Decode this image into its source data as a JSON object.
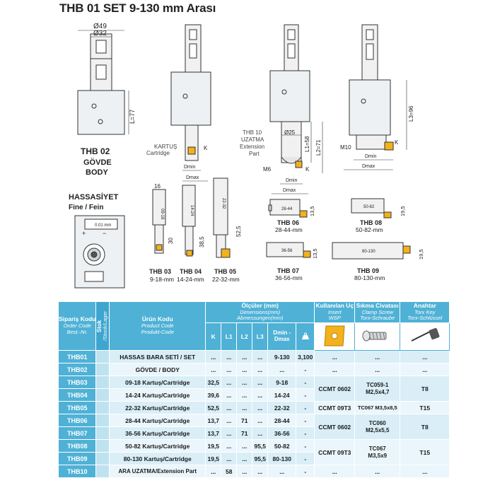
{
  "title": "THB 01 SET 9-130 mm Arası",
  "drawings": {
    "body": {
      "dim_outer": "Ø49",
      "dim_inner": "Ø32",
      "dim_length": "L=77",
      "name_line1": "THB 02",
      "name_line2": "GÖVDE",
      "name_line3": "BODY"
    },
    "cartridge_label": {
      "line1": "KARTUŞ",
      "line2": "Cartridge"
    },
    "k": "K",
    "dmin": "Dmin",
    "dmax": "Dmax",
    "extension": {
      "dim_d": "Ø25",
      "l1": "L1=58",
      "l2": "L2=71",
      "m6": "M6",
      "label_line1": "THB 10",
      "label_line2": "UZATMA",
      "label_line3": "Extension",
      "label_line4": "Part"
    },
    "long_body": {
      "l3": "L3=96",
      "m10": "M10"
    },
    "precision": {
      "line1": "HASSASİYET",
      "line2": "Fine / Fein",
      "scale": "0.01 mm"
    },
    "cartridges": [
      {
        "name": "THB 03",
        "range": "9-18-mm",
        "w": "16",
        "h": "30"
      },
      {
        "name": "THB 04",
        "range": "14-24-mm",
        "h": "38,5"
      },
      {
        "name": "THB 05",
        "range": "22-32-mm",
        "h": "52,5"
      },
      {
        "name": "THB 06",
        "range": "28-44-mm",
        "h": "13,5"
      },
      {
        "name": "THB 07",
        "range": "36-56-mm",
        "h": "13,5"
      },
      {
        "name": "THB 08",
        "range": "50-82-mm",
        "h": "19,5"
      },
      {
        "name": "THB 09",
        "range": "80-130-mm",
        "h": "19,5"
      }
    ],
    "plate_labels": [
      "09-18",
      "14-24",
      "22-32",
      "28-44",
      "36-56",
      "50-82",
      "80-130"
    ]
  },
  "table": {
    "header": {
      "code": {
        "tr": "Sipariş Kodu",
        "en": "Order Code",
        "de": "Best.-Nr."
      },
      "stok": {
        "tr": "Stok",
        "en": "/Stock/Lager"
      },
      "product": {
        "tr": "Ürün Kodu",
        "en": "Product Code",
        "de": "Produkt-Code"
      },
      "dims": {
        "tr": "Ölçüler (mm)",
        "en": "Dimensions(mm)",
        "de": "Abmessungen(mm)"
      },
      "insert": {
        "tr": "Kullanılan Uç",
        "en": "Insert",
        "de": "WSP"
      },
      "screw": {
        "tr": "Sıkma Civatası",
        "en": "Clamp Screw",
        "de": "Torx-Schraube"
      },
      "key": {
        "tr": "Anahtar",
        "en": "Torx Key",
        "de": "Torx-Schlüssel"
      },
      "cols": [
        "K",
        "L1",
        "L2",
        "L3",
        "Dmin - Dmax",
        "kg"
      ]
    },
    "rows": [
      {
        "code": "THB01",
        "product": "HASSAS BARA SETİ / SET",
        "k": "...",
        "l1": "...",
        "l2": "...",
        "l3": "...",
        "range": "9-130",
        "kg": "3,100"
      },
      {
        "code": "THB02",
        "product": "GÖVDE / BODY",
        "k": "...",
        "l1": "...",
        "l2": "...",
        "l3": "...",
        "range": "...",
        "kg": "-"
      },
      {
        "code": "THB03",
        "product": "09-18 Kartuş/Cartridge",
        "k": "32,5",
        "l1": "...",
        "l2": "...",
        "l3": "...",
        "range": "9-18",
        "kg": "-"
      },
      {
        "code": "THB04",
        "product": "14-24 Kartuş/Cartridge",
        "k": "39,6",
        "l1": "...",
        "l2": "...",
        "l3": "...",
        "range": "14-24",
        "kg": "-"
      },
      {
        "code": "THB05",
        "product": "22-32 Kartuş/Cartridge",
        "k": "52,5",
        "l1": "...",
        "l2": "...",
        "l3": "...",
        "range": "22-32",
        "kg": "-"
      },
      {
        "code": "THB06",
        "product": "28-44 Kartuş/Cartridge",
        "k": "13,7",
        "l1": "...",
        "l2": "71",
        "l3": "...",
        "range": "28-44",
        "kg": "-"
      },
      {
        "code": "THB07",
        "product": "36-56 Kartuş/Cartridge",
        "k": "13,7",
        "l1": "...",
        "l2": "71",
        "l3": "...",
        "range": "36-56",
        "kg": "-"
      },
      {
        "code": "THB08",
        "product": "50-82 Kartuş/Cartridge",
        "k": "19,5",
        "l1": "...",
        "l2": "...",
        "l3": "95,5",
        "range": "50-82",
        "kg": "-"
      },
      {
        "code": "THB09",
        "product": "80-130 Kartuş/Cartridge",
        "k": "19,5",
        "l1": "...",
        "l2": "...",
        "l3": "95,5",
        "range": "80-130",
        "kg": "-"
      },
      {
        "code": "THB10",
        "product": "ARA UZATMA/Extension Part",
        "k": "...",
        "l1": "58",
        "l2": "...",
        "l3": "...",
        "range": "...",
        "kg": "-"
      }
    ],
    "groups": {
      "row0": {
        "insert": "...",
        "screw": "...",
        "key": "..."
      },
      "row1": {
        "insert": "...",
        "screw": "...",
        "key": "..."
      },
      "g1": {
        "insert": "CCMT 0602",
        "screw1": "TC059-1",
        "screw2": "M2,5x4,7",
        "key": "T8"
      },
      "g2": {
        "insert": "CCMT 09T3",
        "screw1": "TC067 M3,5x8,5",
        "key": "T15"
      },
      "g3": {
        "insert": "CCMT 0602",
        "screw1": "TC060",
        "screw2": "M2,5x5,5",
        "key": "T8"
      },
      "g4": {
        "insert": "CCMT 09T3",
        "screw1": "TC067",
        "screw2": "M3,5x9",
        "key": "T15"
      },
      "row9": {
        "insert": "...",
        "screw": "...",
        "key": "..."
      }
    }
  }
}
